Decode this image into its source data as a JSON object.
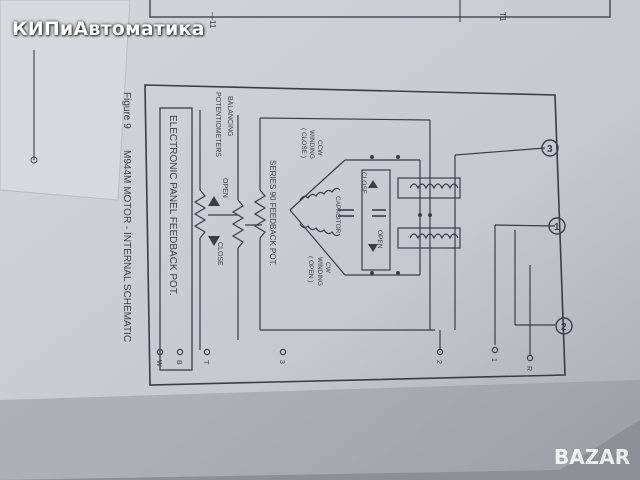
{
  "watermark": {
    "text": "КИПиАвтоматика"
  },
  "corner_logo": {
    "text": "BAZAR"
  },
  "schematic": {
    "figure_label": "Figure 9",
    "title": "M944M MOTOR - INTERNAL SCHEMATIC",
    "electronic_panel_label": "ELECTRONIC PANEL FEEDBACK POT.",
    "balancing_label": "BALANCING",
    "potentiometers_label": "POTENTIOMETERS",
    "open_label": "OPEN",
    "close_label": "CLOSE",
    "series90_label": "SERIES 90 FEEDBACK POT.",
    "ccw_label": "CCW",
    "winding_label": "WINDING",
    "close_paren": "( CLOSE )",
    "cw_label": "CW",
    "open_paren": "( OPEN )",
    "capacitor_label": "CAPACITOR",
    "close_small": "CLOSE",
    "open_small": "OPEN",
    "terminal_1": "1",
    "terminal_2": "2",
    "terminal_3": "3",
    "term_b": "B",
    "term_r": "R",
    "term_w": "W",
    "term_t": "T"
  },
  "colors": {
    "paper": "#c9cbd2",
    "ink": "#3a3d48",
    "shadow": "#6f7078"
  }
}
